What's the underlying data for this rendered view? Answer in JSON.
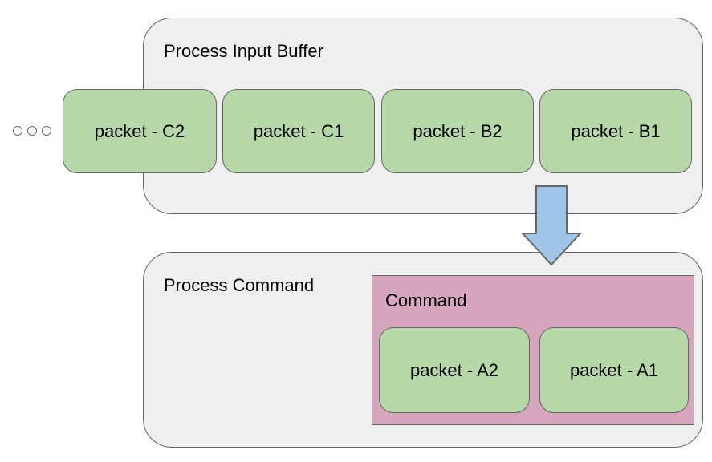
{
  "diagram": {
    "top_container": {
      "title": "Process Input Buffer",
      "packets": [
        {
          "label": "packet - C2"
        },
        {
          "label": "packet - C1"
        },
        {
          "label": "packet - B2"
        },
        {
          "label": "packet - B1"
        }
      ]
    },
    "overflow_indicator": {
      "icon": "ellipsis-horizontal-icon"
    },
    "flow_arrow": {
      "icon": "arrow-down-icon"
    },
    "bottom_container": {
      "title": "Process Command",
      "command_box": {
        "title": "Command",
        "packets": [
          {
            "label": "packet - A2"
          },
          {
            "label": "packet - A1"
          }
        ]
      }
    }
  },
  "colors": {
    "background": "#ffffff",
    "container_fill": "#efefef",
    "container_border": "#666666",
    "packet_fill": "#b6d7a8",
    "packet_border": "#666666",
    "command_fill": "#d5a6bd",
    "arrow_fill": "#9fc5e8",
    "text": "#000000"
  }
}
